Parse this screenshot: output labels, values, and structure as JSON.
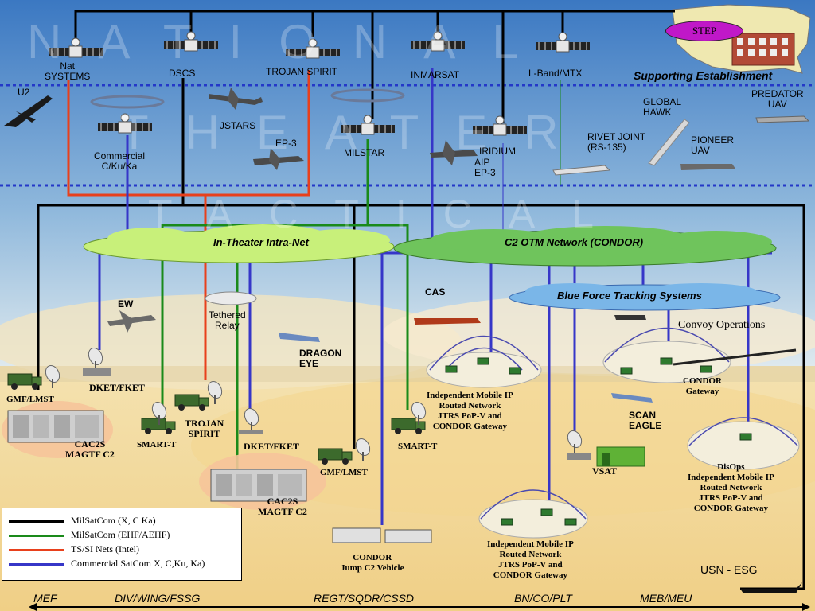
{
  "watermark": {
    "national": "NATIONAL",
    "theater": "THEATER",
    "tactical": "TACTICAL"
  },
  "step_badge": "STEP",
  "supporting_establishment": "Supporting Establishment",
  "satellites": {
    "nat_systems": "Nat\nSYSTEMS",
    "dscs": "DSCS",
    "trojan_spirit": "TROJAN SPIRIT",
    "inmarsat": "INMARSAT",
    "lband": "L-Band/MTX",
    "commercial": "Commercial\nC/Ku/Ka",
    "milstar": "MILSTAR",
    "iridium": "IRIDIUM"
  },
  "aircraft": {
    "u2": "U2",
    "jstars": "JSTARS",
    "ep3": "EP-3",
    "aip_ep3": "AIP\nEP-3",
    "global_hawk": "GLOBAL\nHAWK",
    "rivet_joint": "RIVET JOINT\n(RS-135)",
    "pioneer": "PIONEER\nUAV",
    "predator": "PREDATOR\nUAV",
    "ew": "EW",
    "tethered": "Tethered\nRelay",
    "dragon_eye": "DRAGON\nEYE",
    "cas": "CAS",
    "scan_eagle": "SCAN\nEAGLE"
  },
  "clouds": {
    "intranet": "In-Theater Intra-Net",
    "c2otm": "C2 OTM Network (CONDOR)",
    "bft": "Blue Force Tracking Systems"
  },
  "ground": {
    "gmf_lmst_1": "GMF/LMST",
    "dket_fket_1": "DKET/FKET",
    "cac2s_1": "CAC2S\nMAGTF C2",
    "smart_t_1": "SMART-T",
    "trojan_spirit_g": "TROJAN\nSPIRIT",
    "dket_fket_2": "DKET/FKET",
    "gmf_lmst_2": "GMF/LMST",
    "cac2s_2": "CAC2S\nMAGTF C2",
    "smart_t_2": "SMART-T",
    "condor_jump": "CONDOR\nJump C2 Vehicle",
    "imip_1": "Independent Mobile IP\nRouted Network\nJTRS PoP-V and\nCONDOR Gateway",
    "imip_2": "Independent Mobile IP\nRouted Network\nJTRS PoP-V and\nCONDOR Gateway",
    "convoy_ops": "Convoy Operations",
    "condor_gateway": "CONDOR\nGateway",
    "vsat": "VSAT",
    "disops": "DisOps\nIndependent Mobile IP\nRouted Network\nJTRS PoP-V and\nCONDOR Gateway",
    "usn_esg": "USN - ESG"
  },
  "legend": [
    {
      "label": "MilSatCom (X, C Ka)",
      "color": "#000000"
    },
    {
      "label": "MilSatCom (EHF/AEHF)",
      "color": "#1a8a1a"
    },
    {
      "label": "TS/SI Nets (Intel)",
      "color": "#e8401c"
    },
    {
      "label": "Commercial SatCom X, C,Ku, Ka)",
      "color": "#3636c8"
    }
  ],
  "echelons": {
    "mef": "MEF",
    "div": "DIV/WING/FSSG",
    "regt": "REGT/SQDR/CSSD",
    "bn": "BN/CO/PLT",
    "meb": "MEB/MEU"
  },
  "colors": {
    "milsatcom": "#000000",
    "ehf": "#1a8a1a",
    "intel": "#e8401c",
    "commercial": "#3636c8",
    "sky_top": "#3f7ec4",
    "sky_bottom": "#cfe2ee",
    "ground": "#f2dca0",
    "cloud_intranet": "#c8f07a",
    "cloud_c2otm": "#6fc45c",
    "cloud_bft": "#7ab6e8",
    "step": "#c018c8",
    "dotted": "#2438c8"
  }
}
